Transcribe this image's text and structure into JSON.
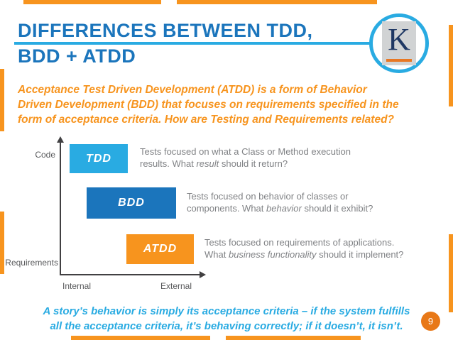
{
  "slide": {
    "title_line1": "DIFFERENCES BETWEEN TDD,",
    "title_line2": "BDD + ATDD",
    "page_number": "9"
  },
  "logo": {
    "letter": "K"
  },
  "intro": {
    "lines": [
      "Acceptance Test Driven Development (ATDD) is a form of Behavior",
      "Driven Development (BDD) that focuses on requirements specified in the",
      "form of acceptance criteria. How are Testing and Requirements related?"
    ]
  },
  "diagram": {
    "y_axis_top_label": "Code",
    "y_axis_bottom_label": "Requirements",
    "x_axis_left_label": "Internal",
    "x_axis_right_label": "External",
    "boxes": [
      {
        "label": "TDD",
        "color": "#29ABE2",
        "desc_lines": [
          {
            "pre": "Tests focused on what a Class or Method execution",
            "italic": "",
            "post": ""
          },
          {
            "pre": "results. What ",
            "italic": "result",
            "post": " should it return?"
          }
        ]
      },
      {
        "label": "BDD",
        "color": "#1B75BC",
        "desc_lines": [
          {
            "pre": "Tests focused on behavior of classes or",
            "italic": "",
            "post": ""
          },
          {
            "pre": "components. What ",
            "italic": "behavior",
            "post": " should it exhibit?"
          }
        ]
      },
      {
        "label": "ATDD",
        "color": "#F7941E",
        "desc_lines": [
          {
            "pre": "Tests focused on requirements of applications.",
            "italic": "",
            "post": ""
          },
          {
            "pre": "What ",
            "italic": "business functionality",
            "post": " should it implement?"
          }
        ]
      }
    ]
  },
  "takeaway": {
    "lines": [
      "A story’s behavior is simply its acceptance criteria – if the system fulfills",
      "all the acceptance criteria, it’s behaving correctly; if it doesn’t, it isn’t."
    ]
  },
  "colors": {
    "title_blue": "#1B75BC",
    "accent_light_blue": "#29ABE2",
    "accent_orange": "#F7941E",
    "tdd_box": "#29ABE2",
    "bdd_box": "#1B75BC",
    "atdd_box": "#F7941E",
    "body_gray": "#808285",
    "axis_gray": "#414042",
    "badge_orange": "#E87817",
    "logo_navy": "#1F3864"
  }
}
